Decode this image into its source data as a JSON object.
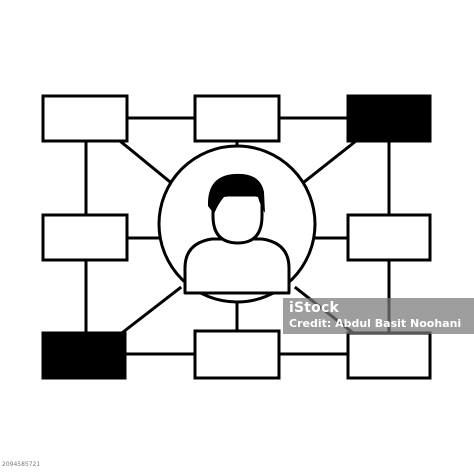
{
  "diagram": {
    "style": "black-outline-icon",
    "stroke_color": "#000000",
    "fill_color": "#ffffff",
    "dark_fill_color": "#000000",
    "center": {
      "icon": "person-avatar-icon"
    },
    "nodes": [
      {
        "id": "top-left",
        "filled": false
      },
      {
        "id": "top-center",
        "filled": false
      },
      {
        "id": "top-right",
        "filled": true
      },
      {
        "id": "middle-left",
        "filled": false
      },
      {
        "id": "middle-right",
        "filled": false
      },
      {
        "id": "bottom-left",
        "filled": true
      },
      {
        "id": "bottom-center",
        "filled": false
      },
      {
        "id": "bottom-right",
        "filled": false
      }
    ]
  },
  "watermark": {
    "brand": "iStock",
    "credit": "Credit: Abdul Basit Noohani"
  },
  "image_id": "2094585721"
}
